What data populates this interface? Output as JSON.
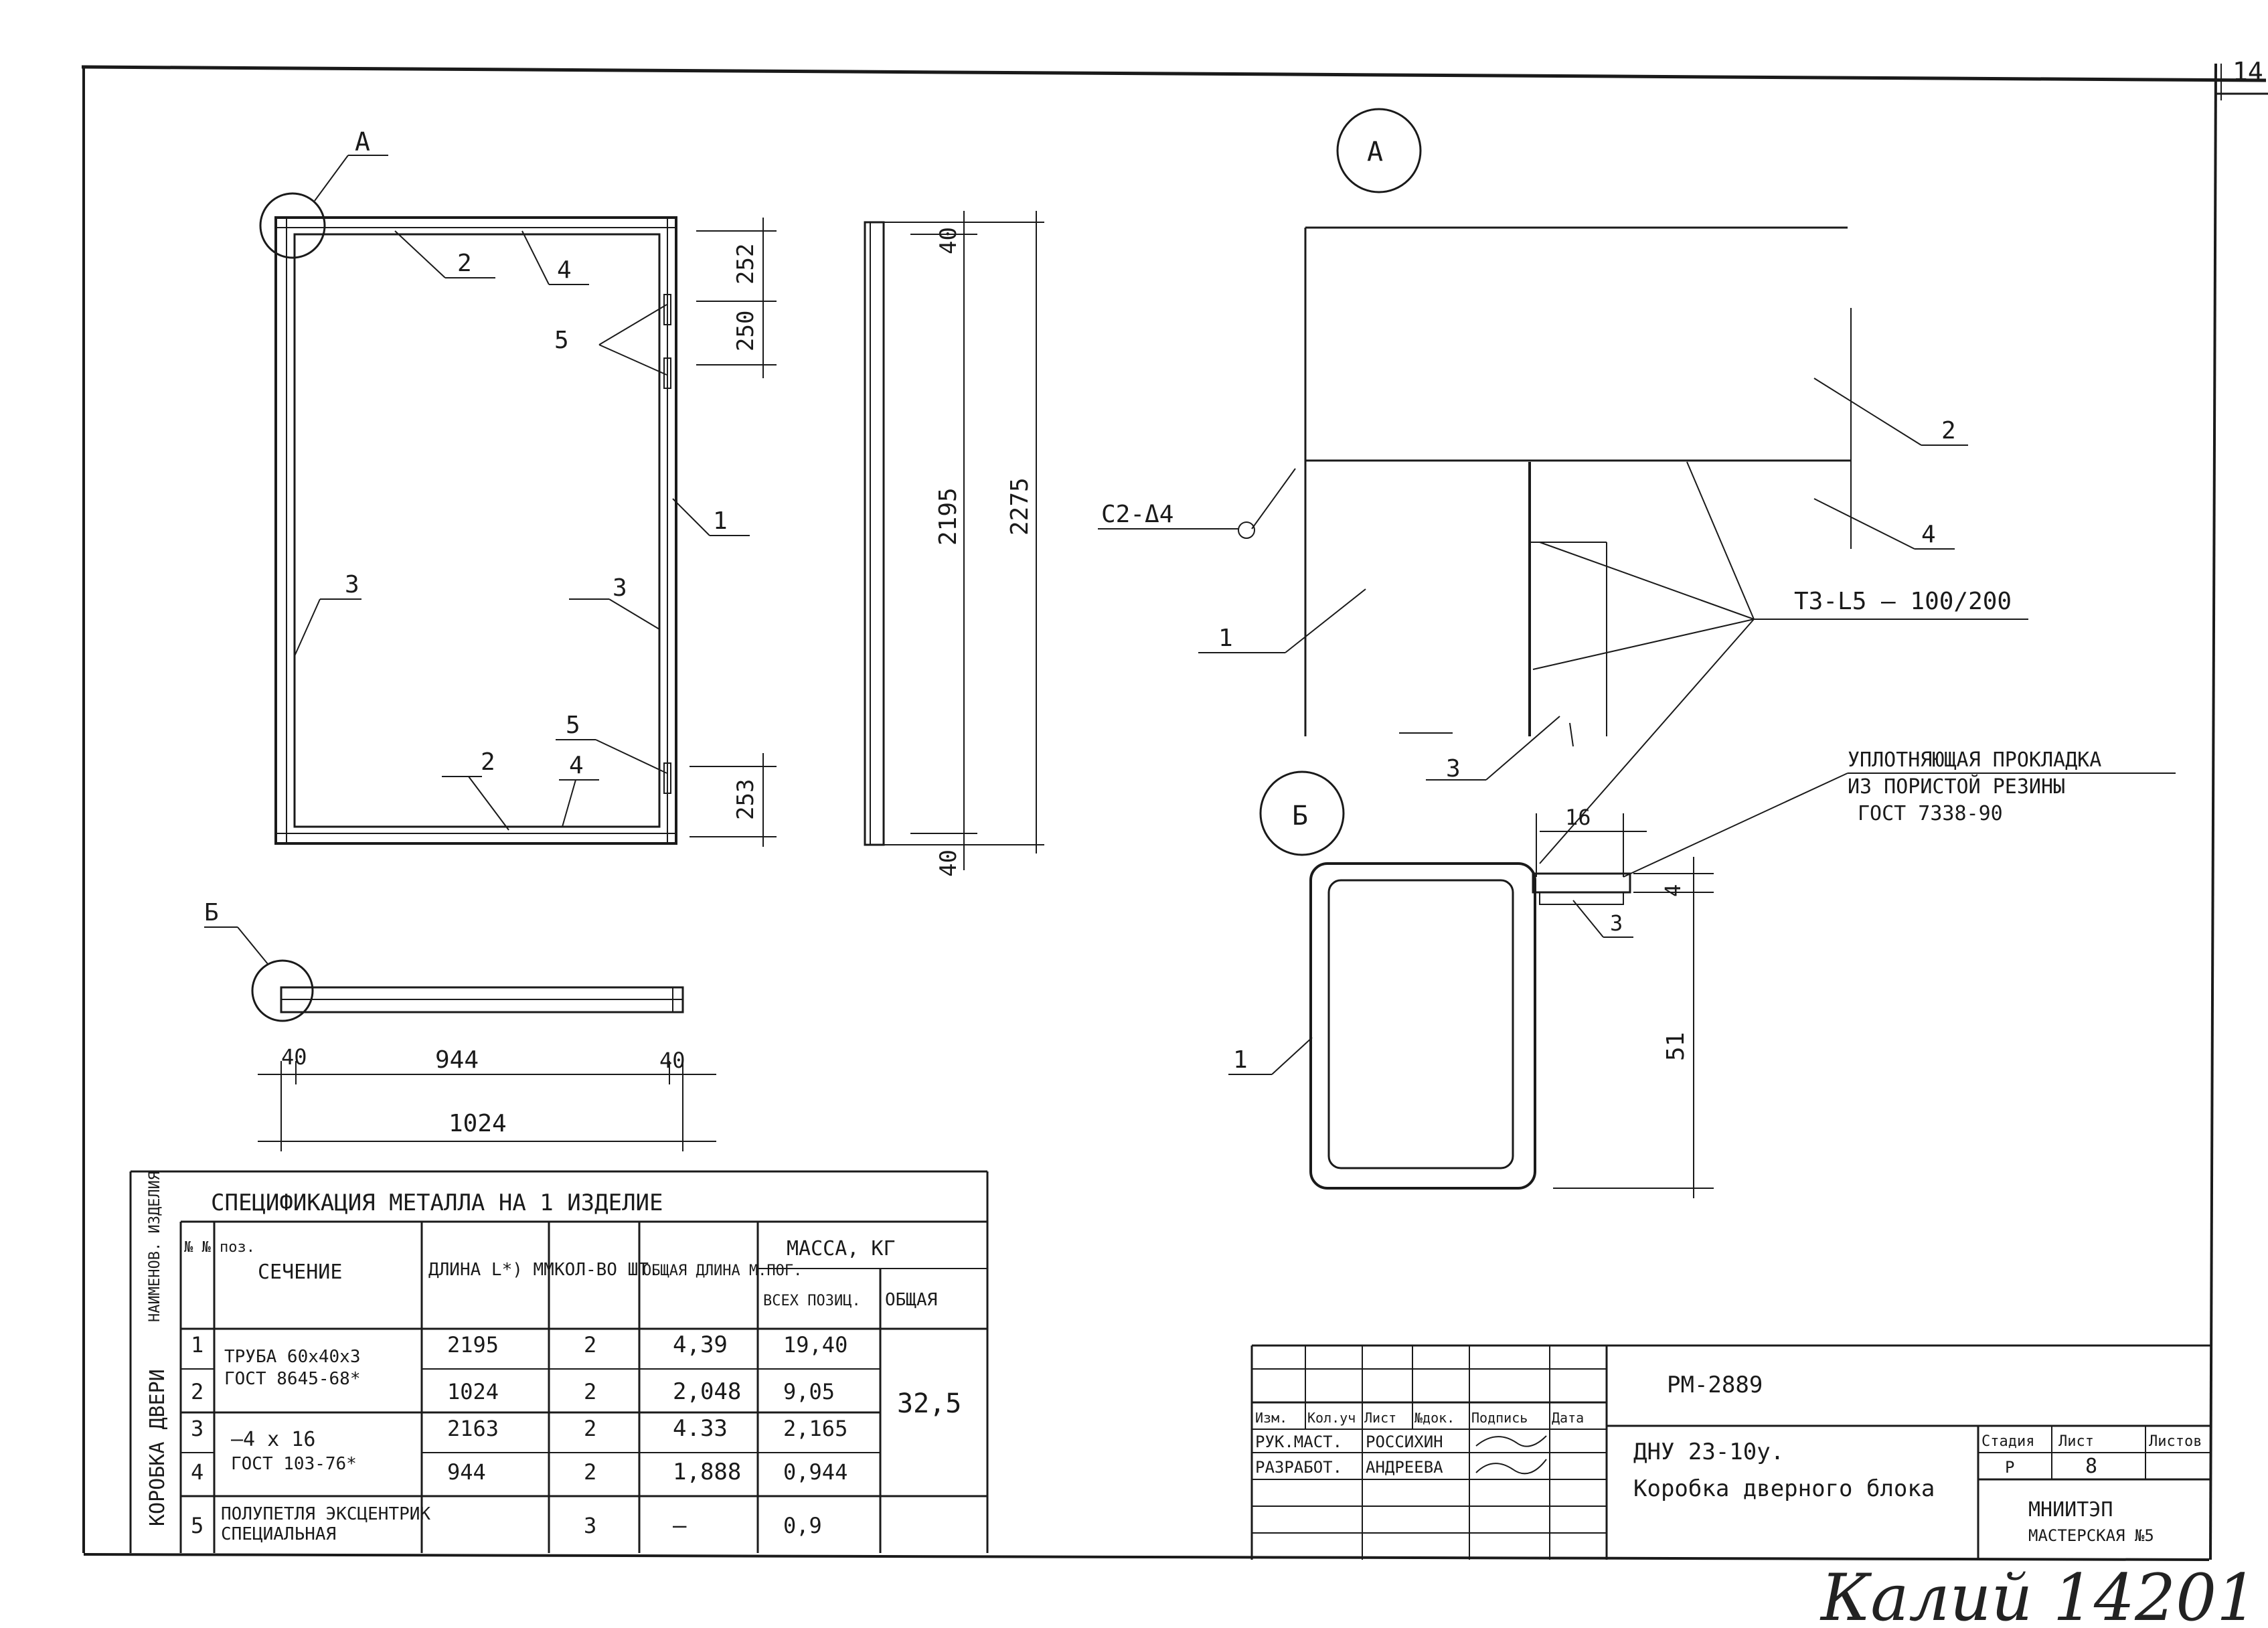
{
  "sheet": {
    "corner_number": "14"
  },
  "view_a_label": "А",
  "view_b_label": "Б",
  "front_view": {
    "callouts": [
      "1",
      "2",
      "2",
      "3",
      "3",
      "4",
      "4",
      "5",
      "5"
    ],
    "dims_right": [
      "252",
      "250",
      "253"
    ]
  },
  "side_view": {
    "dims": [
      "40",
      "2195",
      "2275",
      "40"
    ]
  },
  "bottom_view": {
    "dims": [
      "40",
      "944",
      "40",
      "1024"
    ]
  },
  "detail_a": {
    "title": "А",
    "callouts": [
      "1",
      "2",
      "3",
      "4"
    ],
    "weld_left": "С2-Δ4",
    "weld_right": "Т3-L5 — 100/200"
  },
  "detail_b": {
    "title": "Б",
    "callouts": [
      "1",
      "3"
    ],
    "dim_top": "16",
    "dim_small": "4",
    "dim_height": "51",
    "note_lines": [
      "УПЛОТНЯЮЩАЯ ПРОКЛАДКА",
      "ИЗ ПОРИСТОЙ РЕЗИНЫ",
      "ГОСТ 7338-90"
    ]
  },
  "spec": {
    "title": "СПЕЦИФИКАЦИЯ МЕТАЛЛА НА 1 ИЗДЕЛИЕ",
    "headers": {
      "name": "НАИМЕНОВ. ИЗДЕЛИЯ",
      "pos": "№ № поз.",
      "section": "СЕЧЕНИЕ",
      "length": "ДЛИНА L*) ММ",
      "qty": "КОЛ-ВО ШТ.",
      "total_length": "ОБЩАЯ ДЛИНА М.ПОГ.",
      "mass": "МАССА, КГ",
      "mass_all": "ВСЕХ ПОЗИЦ.",
      "mass_total": "ОБЩАЯ"
    },
    "group_name": "КОРОБКА ДВЕРИ",
    "section_1": [
      "ТРУБА 60х40х3",
      "ГОСТ 8645-68*"
    ],
    "section_2": [
      "—4 х 16",
      "ГОСТ 103-76*"
    ],
    "section_3": [
      "ПОЛУПЕТЛЯ ЭКСЦЕНТРИК",
      "СПЕЦИАЛЬНАЯ"
    ],
    "rows": [
      {
        "pos": "1",
        "len": "2195",
        "qty": "2",
        "tot": "4,39",
        "mass": "19,40"
      },
      {
        "pos": "2",
        "len": "1024",
        "qty": "2",
        "tot": "2,048",
        "mass": "9,05"
      },
      {
        "pos": "3",
        "len": "2163",
        "qty": "2",
        "tot": "4.33",
        "mass": "2,165"
      },
      {
        "pos": "4",
        "len": "944",
        "qty": "2",
        "tot": "1,888",
        "mass": "0,944"
      },
      {
        "pos": "5",
        "len": "",
        "qty": "3",
        "tot": "—",
        "mass": "0,9"
      }
    ],
    "mass_total": "32,5"
  },
  "title_block": {
    "code": "РМ-2889",
    "doc": "ДНУ 23-10у.",
    "name": "Коробка дверного блока",
    "cols": [
      "Изм.",
      "Кол.уч",
      "Лист",
      "№док.",
      "Подпись",
      "Дата"
    ],
    "role1": "РУК.МАСТ.",
    "person1": "РОССИХИН",
    "role2": "РАЗРАБОТ.",
    "person2": "АНДРЕЕВА",
    "stage_h": "Стадия",
    "sheet_h": "Лист",
    "sheets_h": "Листов",
    "stage": "Р",
    "sheet": "8",
    "org1": "МНИИТЭП",
    "org2": "МАСТЕРСКАЯ №5"
  },
  "handwriting": "Калий 14201"
}
